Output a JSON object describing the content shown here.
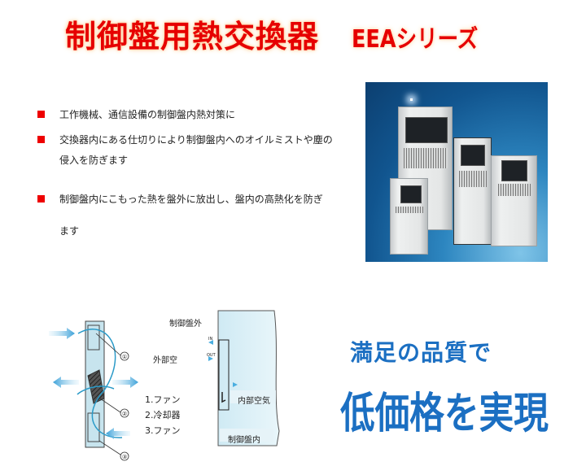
{
  "header": {
    "title": "制御盤用熱交換器",
    "series": "EEAシリーズ",
    "color": "#e60000"
  },
  "features": {
    "bullet_color": "#ee0000",
    "items": [
      {
        "lines": [
          "工作機械、通信設備の制御盤内熱対策に"
        ]
      },
      {
        "lines": [
          "交換器内にある仕切りにより制御盤内へのオイルミストや塵の",
          "侵入を防ぎます"
        ]
      },
      {
        "lines": [
          "制御盤内にこもった熱を盤外に放出し、盤内の高熱化を防ぎ",
          "ます"
        ]
      }
    ]
  },
  "product_photo": {
    "description": "EEA series heat exchanger units"
  },
  "diagram": {
    "callouts": [
      "①",
      "②",
      "③"
    ],
    "legend": [
      "1.ファン",
      "2.冷却器",
      "3.ファン"
    ],
    "labels": {
      "outside_panel": "制御盤外",
      "outside_air": "外部空",
      "inlet": "IN",
      "outlet": "OUT",
      "inside_air": "内部空気",
      "inside_panel": "制御盤内"
    }
  },
  "slogan": {
    "line1": "満足の品質で",
    "line2": "低価格を実現",
    "color": "#1b6fc2"
  }
}
